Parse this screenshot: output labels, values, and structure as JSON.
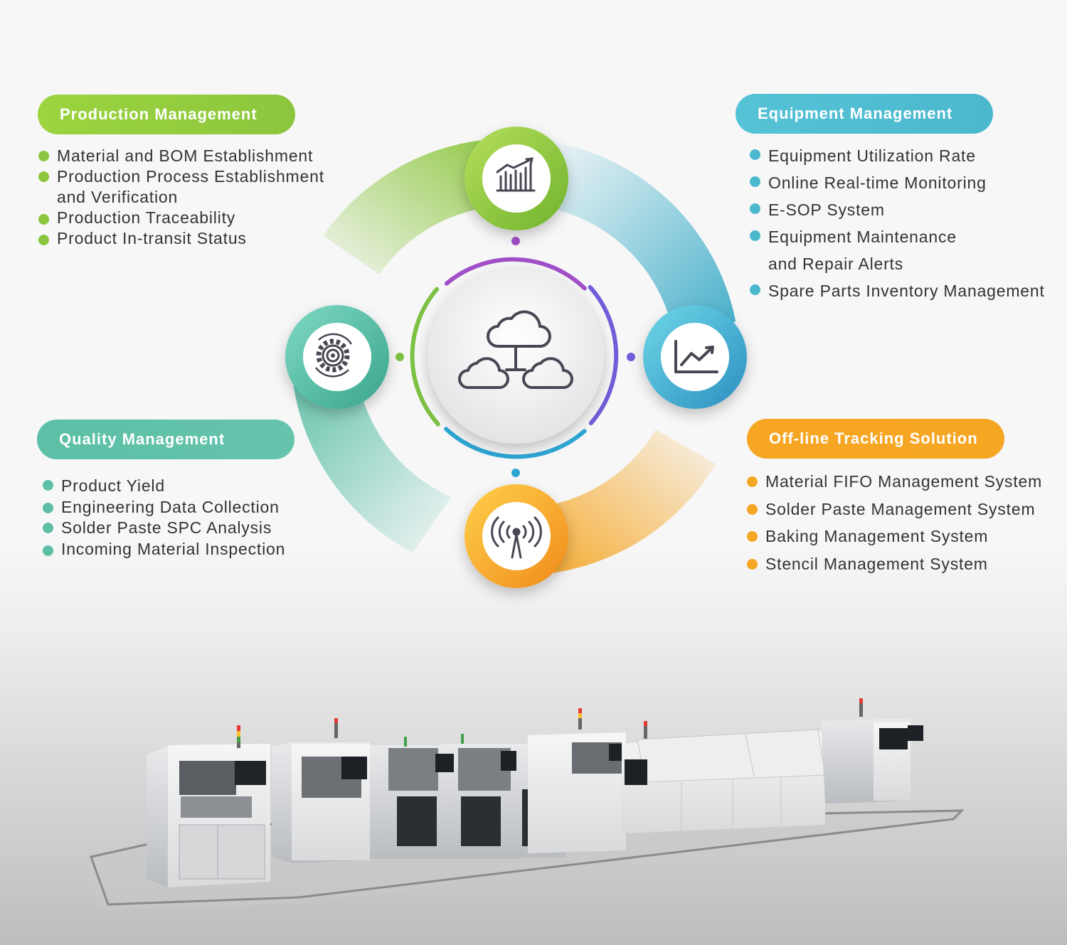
{
  "colors": {
    "green": "#8cc63e",
    "teal": "#5cbfa6",
    "blue": "#4bb8ce",
    "orange": "#f5a623",
    "purple": "#a14fc7",
    "violet": "#6f5ed8"
  },
  "center": {
    "icon": "cloud-network-icon"
  },
  "sections": {
    "production": {
      "title": "Production Management",
      "icon": "bar-chart-trend-icon",
      "items": [
        "Material and BOM Establishment",
        "Production Process Establishment",
        "and Verification",
        "Production Traceability",
        "Product In-transit Status"
      ]
    },
    "equipment": {
      "title": "Equipment Management",
      "icon": "line-chart-icon",
      "items": [
        "Equipment Utilization Rate",
        "Online Real-time Monitoring",
        "E-SOP System",
        "Equipment Maintenance",
        "and Repair Alerts",
        "Spare Parts Inventory Management"
      ]
    },
    "quality": {
      "title": "Quality Management",
      "icon": "gear-icon",
      "items": [
        "Product Yield",
        "Engineering Data Collection",
        "Solder Paste SPC Analysis",
        "Incoming Material Inspection"
      ]
    },
    "offline": {
      "title": "Off-line Tracking Solution",
      "icon": "antenna-signal-icon",
      "items": [
        "Material FIFO Management System",
        "Solder Paste Management System",
        "Baking Management System",
        "Stencil Management System"
      ]
    }
  },
  "illustration": {
    "icon": "smt-production-line-illustration"
  }
}
